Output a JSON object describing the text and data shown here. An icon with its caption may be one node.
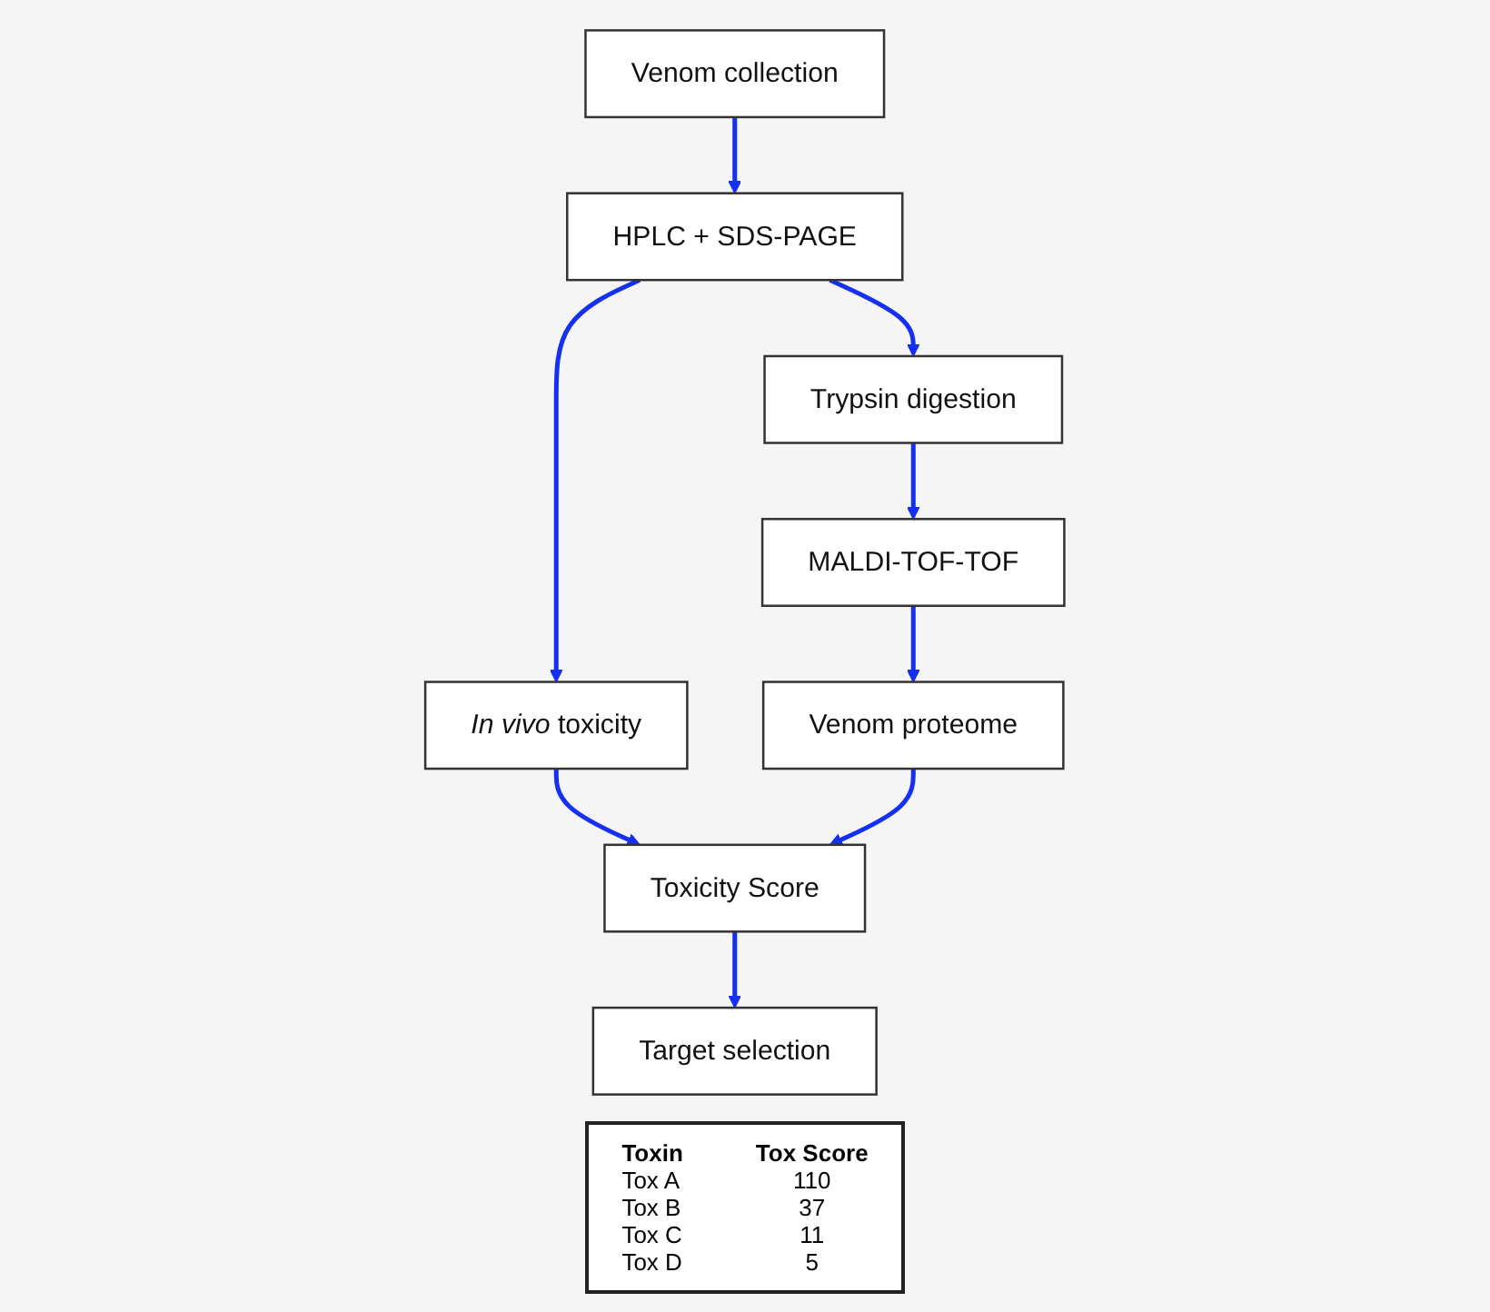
{
  "diagram": {
    "nodes": [
      {
        "text": [
          "Venom collection"
        ]
      },
      {
        "text": [
          "HPLC + SDS-PAGE"
        ]
      },
      {
        "text": [
          "Trypsin digestion"
        ]
      },
      {
        "text": [
          "*In vivo* toxicity"
        ]
      },
      {
        "text": [
          "MALDI-TOF-TOF"
        ]
      },
      {
        "text": [
          "Target selection"
        ]
      },
      {
        "text": [
          "Toxicity Score"
        ]
      },
      {
        "text": [
          "Venom proteome"
        ]
      }
    ],
    "edges": [
      {
        "from": 0,
        "to": 1,
        "arrow": "to"
      },
      {
        "from": 1,
        "to": 2,
        "arrow": "to"
      },
      {
        "from": 1,
        "to": 3,
        "arrow": "to"
      },
      {
        "from": 2,
        "to": 4,
        "arrow": "to"
      },
      {
        "from": 3,
        "to": 6,
        "arrow": "to"
      },
      {
        "from": 4,
        "to": 7,
        "arrow": "to"
      },
      {
        "from": 7,
        "to": 6,
        "arrow": "to"
      },
      {
        "from": 6,
        "to": 5,
        "arrow": "to"
      }
    ],
    "labels": [
      "Toxin",
      "Tox Score",
      "Tox A",
      "110",
      "Tox B",
      "37",
      "Tox C",
      "11",
      "Tox D",
      "5"
    ]
  }
}
